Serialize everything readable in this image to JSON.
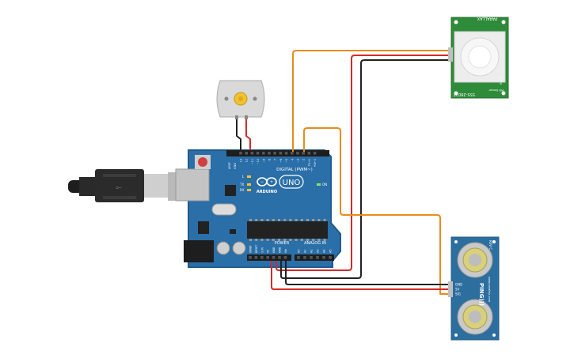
{
  "arduino": {
    "brand": "ARDUINO",
    "model": "UNO",
    "digital_label": "DIGITAL (PWM~)",
    "power_label": "POWER",
    "analog_label": "ANALOG IN",
    "tx_label": "TX",
    "rx_label": "RX",
    "l_label": "L",
    "on_label": "ON",
    "aref_label": "AREF",
    "gnd_label": "GND",
    "digital_pins": [
      "13",
      "12",
      "~11",
      "~10",
      "~9",
      "8",
      "7",
      "~6",
      "~5",
      "4",
      "~3",
      "2",
      "TX→1",
      "RX←0"
    ],
    "power_pins": [
      "IOREF",
      "RESET",
      "3.3V",
      "5V",
      "GND",
      "GND",
      "Vin"
    ],
    "analog_pins": [
      "A0",
      "A1",
      "A2",
      "A3",
      "A4",
      "A5"
    ],
    "colors": {
      "board": "#2a6fa8",
      "board_edge": "#1f5a8c",
      "chip": "#222222",
      "header": "#1e1e1e"
    }
  },
  "pir_sensor": {
    "brand": "PARALLAX",
    "part_number": "555-28027",
    "name": "PIR Sensor",
    "rev": "Rev B",
    "color": "#2e8b3a"
  },
  "ultrasonic_sensor": {
    "name": "PING)))",
    "website": "www.parallax.com",
    "rev": "REV C",
    "pins": [
      "GND",
      "5V",
      "SIG"
    ],
    "color": "#2c6f9f"
  },
  "motor": {
    "name": "DC Motor"
  },
  "usb_cable": {
    "name": "USB Cable"
  },
  "wires": {
    "orange": "#e88b1a",
    "red": "#d42a2a",
    "black": "#222222"
  }
}
